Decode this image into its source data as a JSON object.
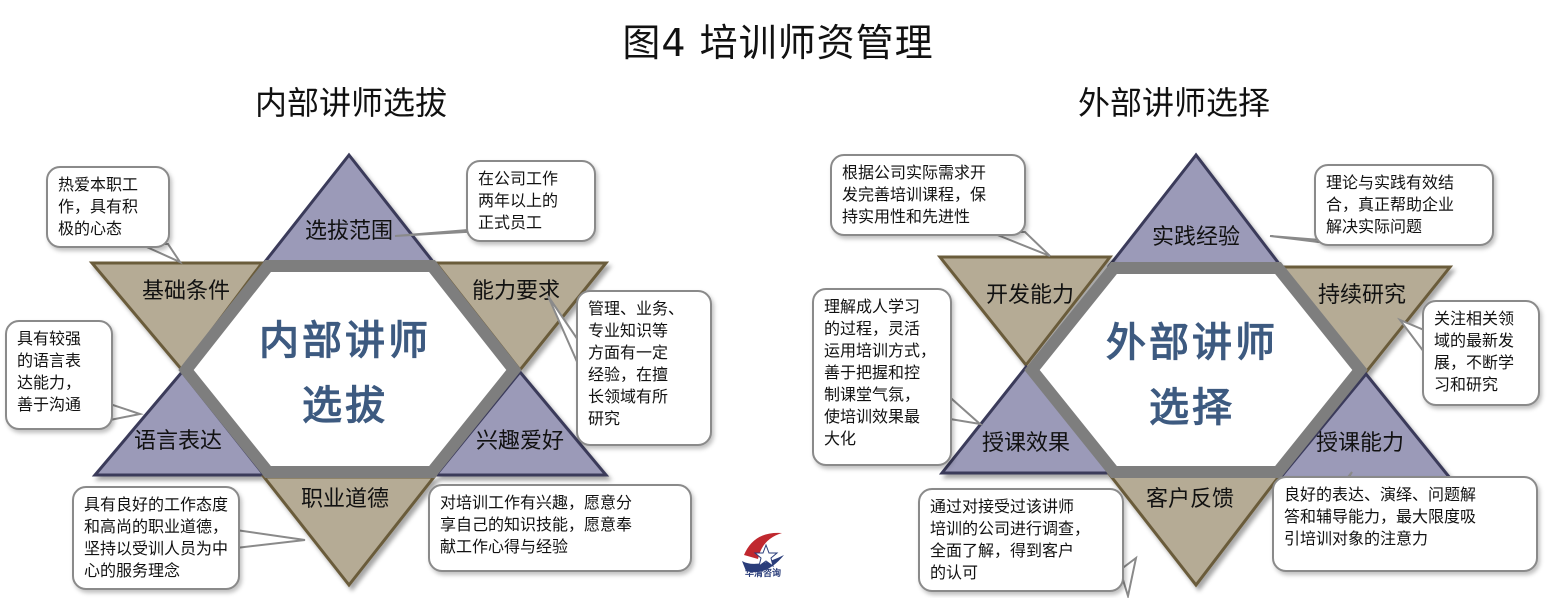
{
  "title": "图4  培训师资管理",
  "left": {
    "subtitle": "内部讲师选拔",
    "center_line1": "内部讲师",
    "center_line2": "选拔",
    "triangles": {
      "top": "选拔范围",
      "upper_left": "基础条件",
      "upper_right": "能力要求",
      "lower_left": "语言表达",
      "lower_right": "兴趣爱好",
      "bottom": "职业道德"
    },
    "bubbles": {
      "b1": "热爱本职工\n作，具有积\n极的心态",
      "b2": "在公司工作\n两年以上的\n正式员工",
      "b3": "具有较强\n的语言表\n达能力，\n善于沟通",
      "b4": "管理、业务、\n专业知识等\n方面有一定\n经验，在擅\n长领域有所\n研究",
      "b5": "具有良好的工作态度\n和高尚的职业道德，\n坚持以受训人员为中\n心的服务理念",
      "b6": "对培训工作有兴趣，愿意分\n享自己的知识技能，愿意奉\n献工作心得与经验"
    }
  },
  "right": {
    "subtitle": "外部讲师选择",
    "center_line1": "外部讲师",
    "center_line2": "选择",
    "triangles": {
      "top": "实践经验",
      "upper_left": "开发能力",
      "upper_right": "持续研究",
      "lower_left": "授课效果",
      "lower_right": "授课能力",
      "bottom": "客户反馈"
    },
    "bubbles": {
      "b1": "根据公司实际需求开\n发完善培训课程，保\n持实用性和先进性",
      "b2": "理论与实践有效结\n合，真正帮助企业\n解决实际问题",
      "b3": "理解成人学习\n的过程，灵活\n运用培训方式，\n善于把握和控\n制课堂气氛，\n使培训效果最\n大化",
      "b4": "关注相关领\n域的最新发\n展，不断学\n习和研究",
      "b5": "通过对接受过该讲师\n培训的公司进行调查，\n全面了解，得到客户\n的认可",
      "b6": "良好的表达、演绎、问题解\n答和辅导能力，最大限度吸\n引培训对象的注意力"
    }
  },
  "logo": {
    "text": "华清咨询"
  },
  "colors": {
    "up_triangle": "#9b9ab8",
    "down_triangle": "#b5ab95",
    "hexagon": "#7e7e7e",
    "center_text": "#3d5a80"
  }
}
